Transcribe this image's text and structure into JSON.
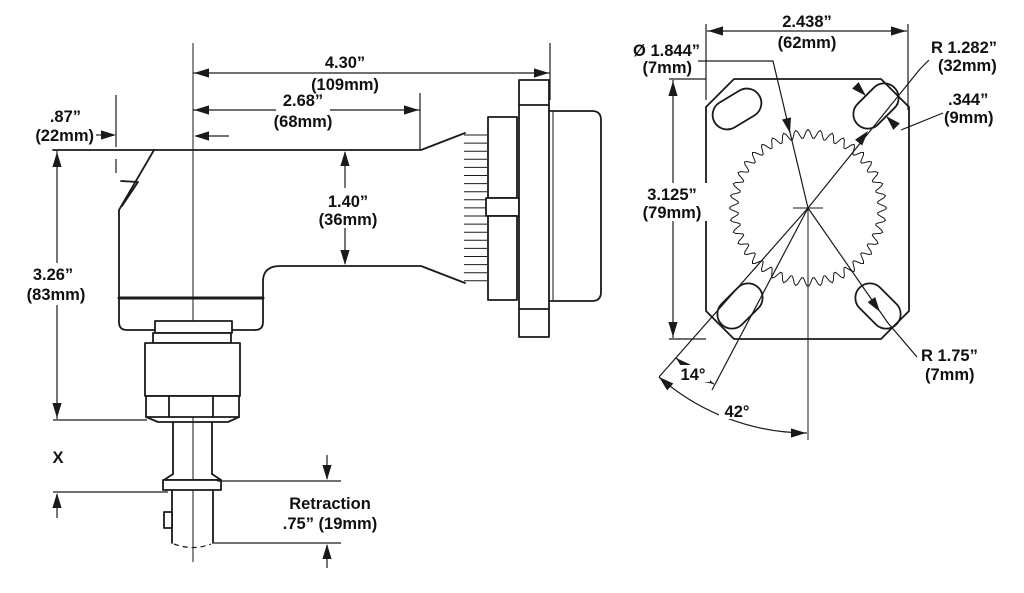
{
  "drawing": {
    "side_view": {
      "length_overall": {
        "inches": "4.30”",
        "metric": "(109mm)"
      },
      "length_front": {
        "inches": "2.68”",
        "metric": "(68mm)"
      },
      "head_offset": {
        "inches": ".87”",
        "metric": "(22mm)"
      },
      "body_height": {
        "inches": "1.40”",
        "metric": "(36mm)"
      },
      "overall_height": {
        "inches": "3.26”",
        "metric": "(83mm)"
      },
      "variable_dim_label": "X",
      "retraction_label": "Retraction",
      "retraction_value": ".75” (19mm)"
    },
    "front_view": {
      "plate_width": {
        "inches": "2.438”",
        "metric": "(62mm)"
      },
      "plate_height": {
        "inches": "3.125”",
        "metric": "(79mm)"
      },
      "gear_diameter": {
        "inches": "Ø 1.844”",
        "metric": "(7mm)"
      },
      "slot_radius": {
        "inches": "R 1.282”",
        "metric": "(32mm)"
      },
      "slot_width": {
        "inches": ".344”",
        "metric": "(9mm)"
      },
      "corner_radius": {
        "inches": "R 1.75”",
        "metric": "(7mm)"
      },
      "angle_small": "14°",
      "angle_large": "42°"
    },
    "colors": {
      "line": "#1a1a1a",
      "background": "#ffffff"
    }
  }
}
